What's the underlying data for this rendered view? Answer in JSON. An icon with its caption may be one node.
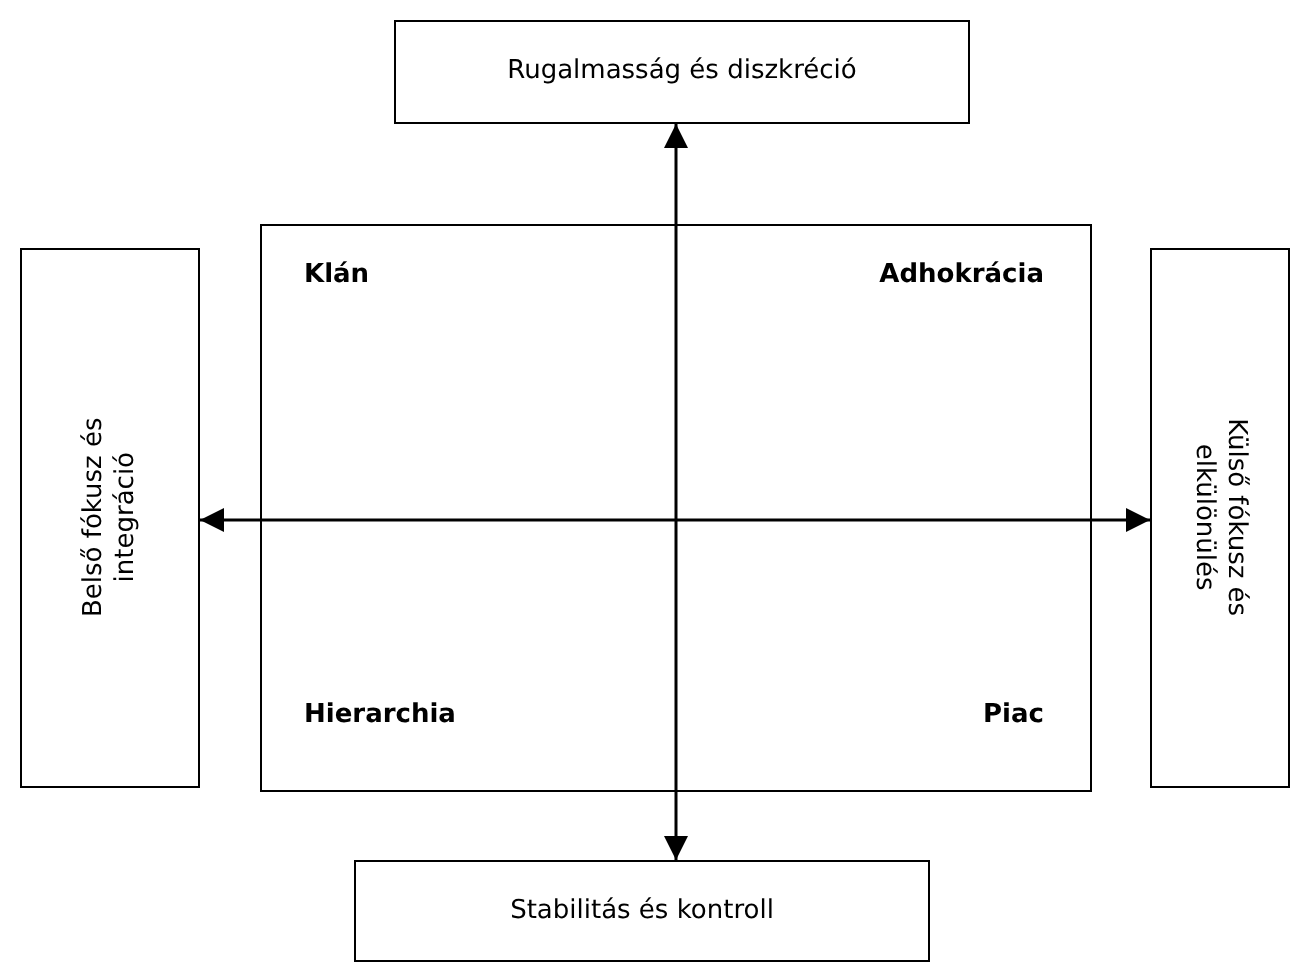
{
  "diagram": {
    "nodes": [
      {
        "text": [
          "Rugalmasság és diszkréció"
        ]
      },
      {
        "text": [
          "Belső fókusz és integráció"
        ]
      },
      {
        "text": [
          "Külső fókusz és elkülönülés"
        ]
      },
      {
        "text": [
          "Stabilitás és kontroll"
        ]
      }
    ],
    "edges": [
      {
        "from": 0,
        "to": 3,
        "arrow": "both"
      },
      {
        "from": 1,
        "to": 2,
        "arrow": "both"
      }
    ],
    "labels": [
      "Klán",
      "Adhokrácia",
      "Hierarchia",
      "Piac"
    ]
  }
}
